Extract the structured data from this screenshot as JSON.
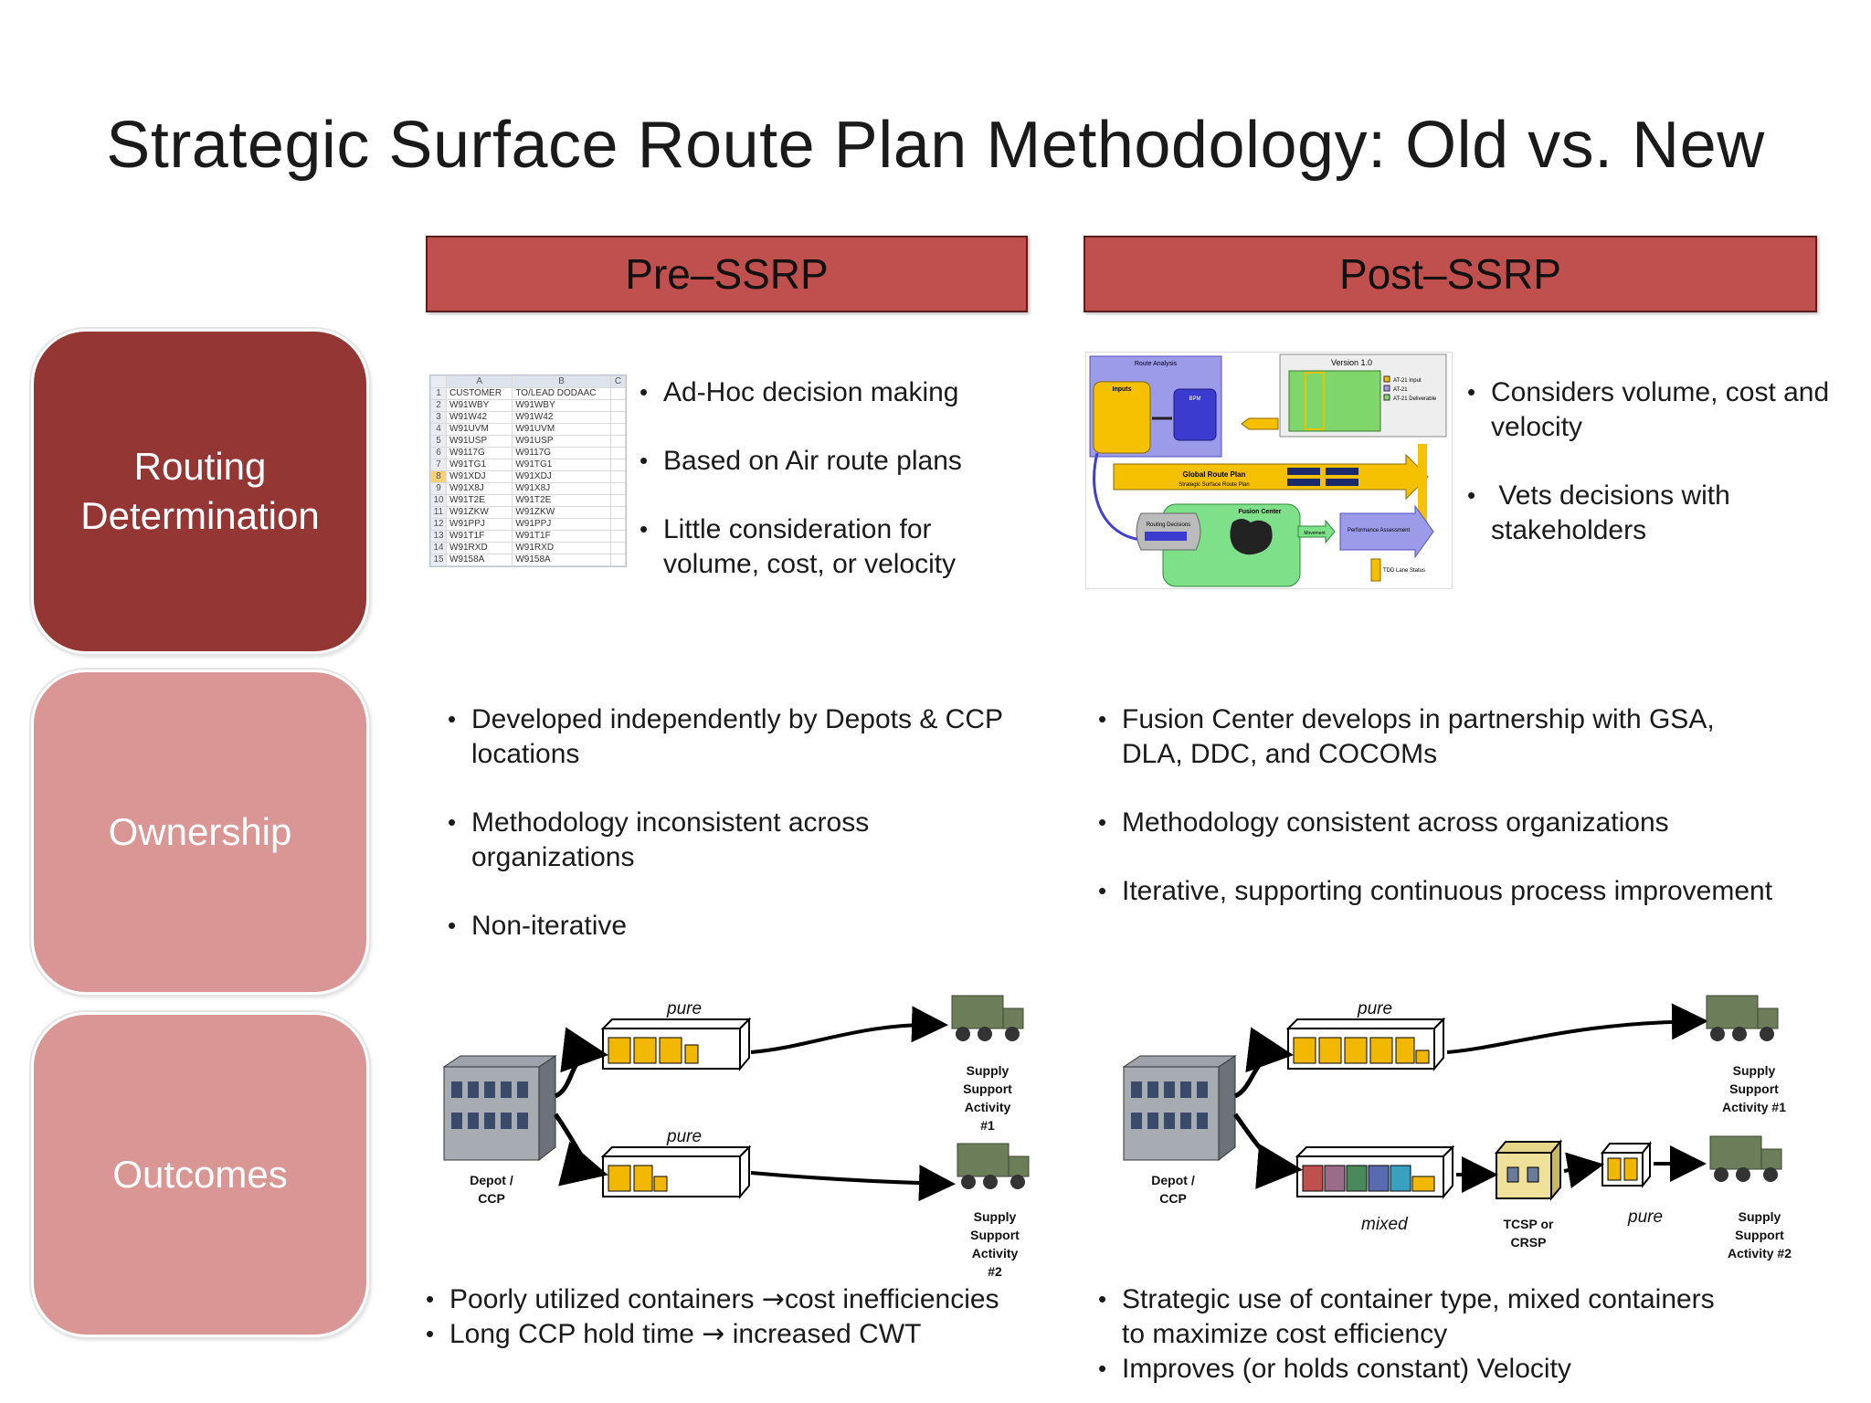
{
  "title": "Strategic Surface Route Plan Methodology: Old vs. New",
  "columns": {
    "pre": "Pre–SSRP",
    "post": "Post–SSRP"
  },
  "rows": {
    "routing": {
      "label_line1": "Routing",
      "label_line2": "Determination"
    },
    "ownership": {
      "label": "Ownership"
    },
    "outcomes": {
      "label": "Outcomes"
    }
  },
  "routing": {
    "pre_bullets": [
      "Ad-Hoc decision making",
      "Based on Air route plans",
      "Little consideration for volume, cost, or velocity"
    ],
    "post_bullets": [
      "Considers volume, cost and velocity",
      " Vets decisions with stakeholders"
    ],
    "spreadsheet": {
      "col_headers": [
        "A",
        "B",
        "C"
      ],
      "header_row": [
        "CUSTOMER",
        "TO/LEAD DODAAC"
      ],
      "rows": [
        [
          "W91WBY",
          "W91WBY"
        ],
        [
          "W91W42",
          "W91W42"
        ],
        [
          "W91UVM",
          "W91UVM"
        ],
        [
          "W91USP",
          "W91USP"
        ],
        [
          "W9117G",
          "W9117G"
        ],
        [
          "W91TG1",
          "W91TG1"
        ],
        [
          "W91XDJ",
          "W91XDJ"
        ],
        [
          "W91X8J",
          "W91X8J"
        ],
        [
          "W91T2E",
          "W91T2E"
        ],
        [
          "W91ZKW",
          "W91ZKW"
        ],
        [
          "W91PPJ",
          "W91PPJ"
        ],
        [
          "W91T1F",
          "W91T1F"
        ],
        [
          "W91RXD",
          "W91RXD"
        ],
        [
          "W9158A",
          "W9158A"
        ]
      ]
    },
    "process_diagram": {
      "route_analysis": "Route Analysis",
      "version": "Version 1.0",
      "inputs": "Inputs",
      "bpm": "BPM",
      "global_route_plan": "Global Route Plan",
      "global_route_sub": "Strategic Surface Route Plan",
      "fusion_center": "Fusion Center",
      "routing_decisions": "Routing Decisions",
      "movement": "Movement",
      "performance": "Performance Assessment",
      "tdd": "TDD Lane Status",
      "legend": [
        "AT-21 Input",
        "AT-21",
        "AT-21 Deliverable"
      ]
    }
  },
  "ownership": {
    "pre_bullets": [
      "Developed independently by Depots & CCP locations",
      "Methodology inconsistent across organizations",
      "Non-iterative"
    ],
    "post_bullets": [
      "Fusion Center develops in partnership with GSA, DLA, DDC, and COCOMs",
      "Methodology consistent across organizations",
      "Iterative, supporting continuous process improvement"
    ]
  },
  "outcomes": {
    "pre_diagram": {
      "pure_top": "pure",
      "pure_bottom": "pure",
      "depot": "Depot /\nCCP",
      "ssa1": "Supply\nSupport\nActivity\n#1",
      "ssa2": "Supply\nSupport\nActivity\n#2"
    },
    "post_diagram": {
      "pure_top": "pure",
      "mixed": "mixed",
      "pure_right": "pure",
      "depot": "Depot /\nCCP",
      "tcsp": "TCSP or\nCRSP",
      "ssa1": "Supply\nSupport\nActivity #1",
      "ssa2": "Supply\nSupport\nActivity #2"
    },
    "pre_bullets": [
      [
        "Poorly utilized containers ",
        "→",
        "cost inefficiencies"
      ],
      [
        "Long CCP hold time ",
        "→",
        " increased CWT"
      ]
    ],
    "post_bullets": [
      "Strategic use of container type, mixed containers to maximize cost efficiency",
      "Improves (or holds constant) Velocity"
    ]
  },
  "colors": {
    "header_red": "#c0504d",
    "routing_dark": "#943634",
    "row_light": "#d99694"
  }
}
